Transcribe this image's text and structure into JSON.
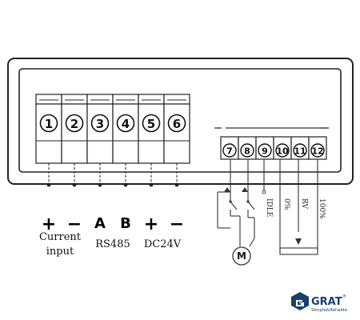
{
  "terminals_main": [
    {
      "number": "1",
      "symbol": "+"
    },
    {
      "number": "2",
      "symbol": "−"
    },
    {
      "number": "3",
      "symbol": "A"
    },
    {
      "number": "4",
      "symbol": "B"
    },
    {
      "number": "5",
      "symbol": "+"
    },
    {
      "number": "6",
      "symbol": "−"
    }
  ],
  "terminals_aux": [
    {
      "number": "7"
    },
    {
      "number": "8"
    },
    {
      "number": "9",
      "label": "IDLE"
    },
    {
      "number": "10",
      "label": "0%"
    },
    {
      "number": "11",
      "label": "RV"
    },
    {
      "number": "12",
      "label": "100%"
    }
  ],
  "group_labels": {
    "current_line1": "Current",
    "current_line2": "input",
    "rs485": "RS485",
    "dc24v": "DC24V"
  },
  "motor_label": "M",
  "logo": {
    "brand": "GRAT",
    "registered": "®",
    "tagline": "Simple&Reliable"
  }
}
